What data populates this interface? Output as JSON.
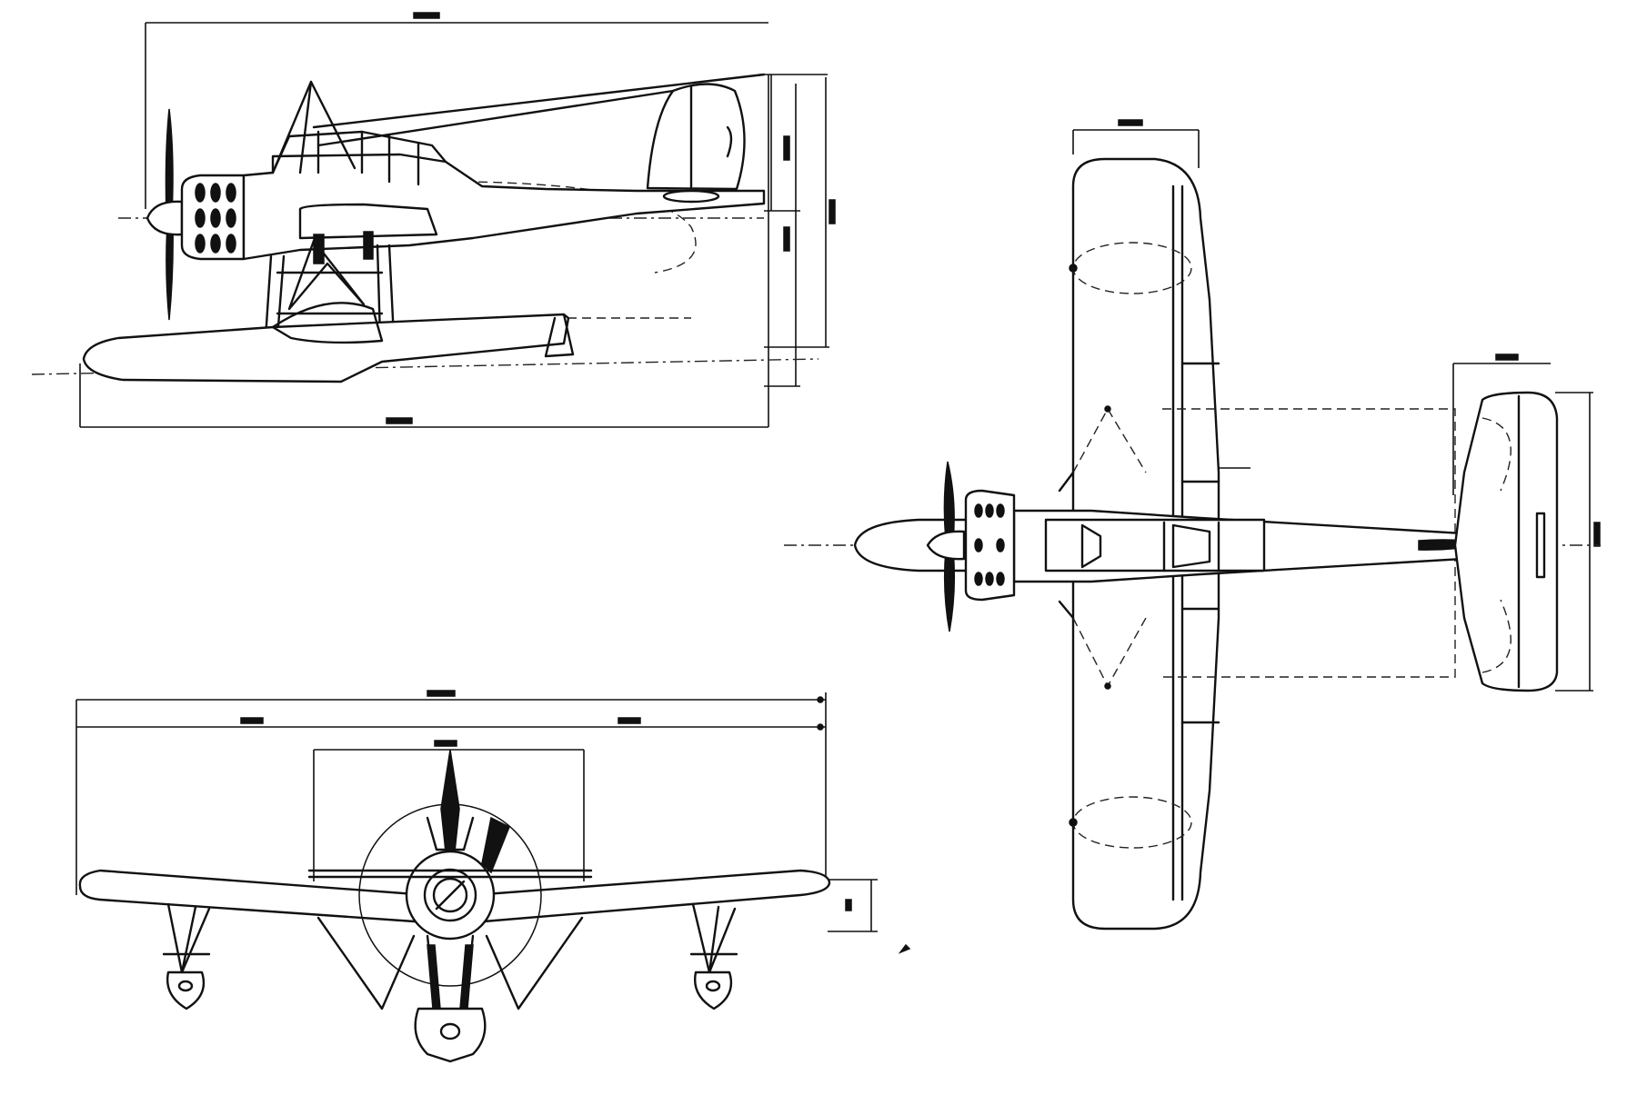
{
  "drawing": {
    "views": [
      {
        "name": "side-elevation"
      },
      {
        "name": "plan-view"
      },
      {
        "name": "front-elevation"
      }
    ]
  },
  "colors": {
    "ink": "#111111",
    "paper": "#ffffff"
  }
}
